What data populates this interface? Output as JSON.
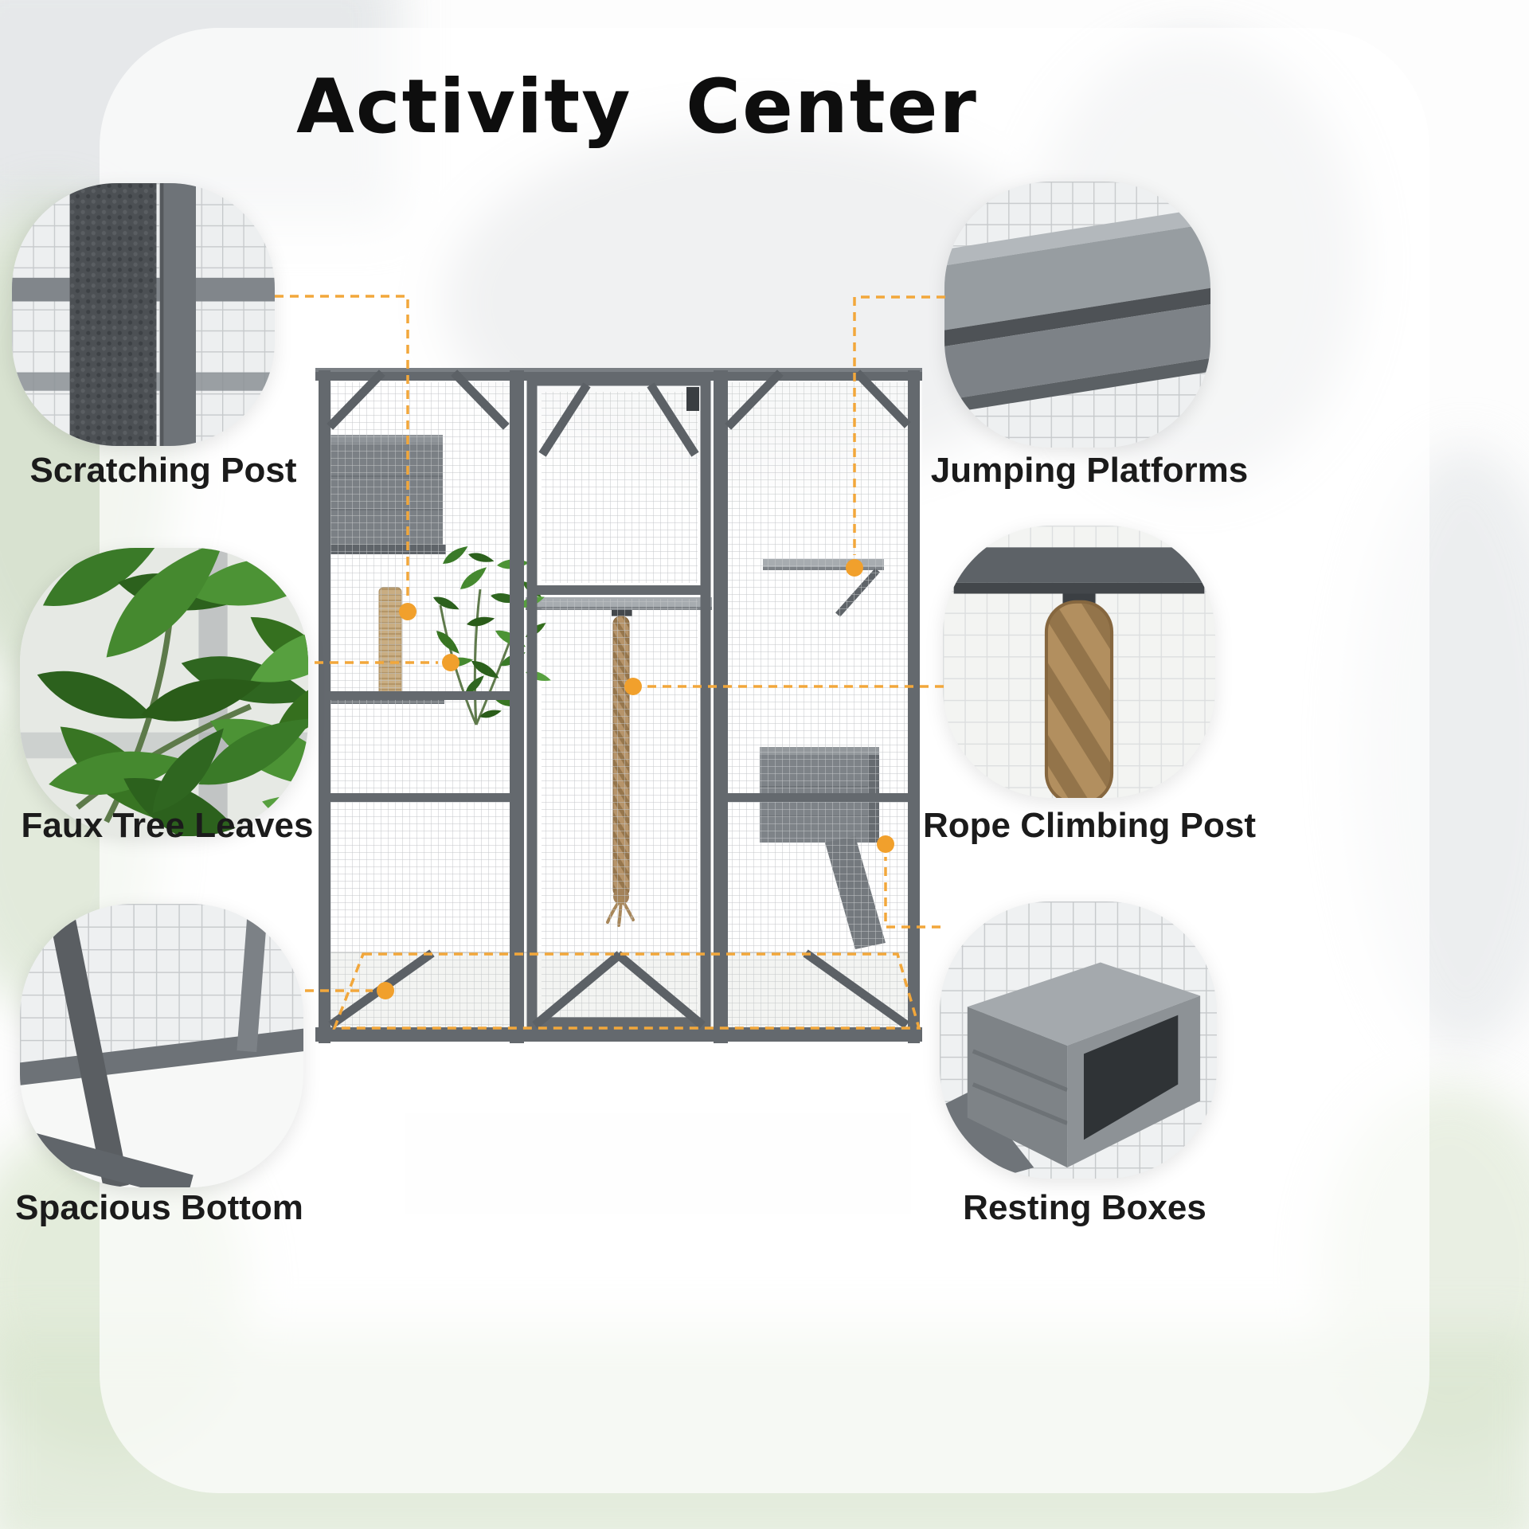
{
  "title": "Activity Center",
  "accent_color": "#F2A73B",
  "features": {
    "scratching_post": {
      "label": "Scratching Post"
    },
    "faux_tree_leaves": {
      "label": "Faux Tree Leaves"
    },
    "spacious_bottom": {
      "label": "Spacious Bottom"
    },
    "jumping_platforms": {
      "label": "Jumping Platforms"
    },
    "rope_climbing_post": {
      "label": "Rope Climbing Post"
    },
    "resting_boxes": {
      "label": "Resting Boxes"
    }
  }
}
